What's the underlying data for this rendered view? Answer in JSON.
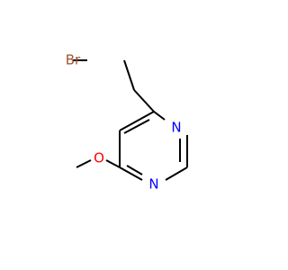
{
  "molecule": {
    "atoms": {
      "bromine": "Br",
      "nitrogen_1": "N",
      "nitrogen_3": "N",
      "oxygen": "O"
    }
  },
  "colors": {
    "bond": "#000000",
    "bromine": "#a0522d",
    "nitrogen": "#0000ff",
    "oxygen": "#ff0000",
    "background": "#ffffff"
  }
}
